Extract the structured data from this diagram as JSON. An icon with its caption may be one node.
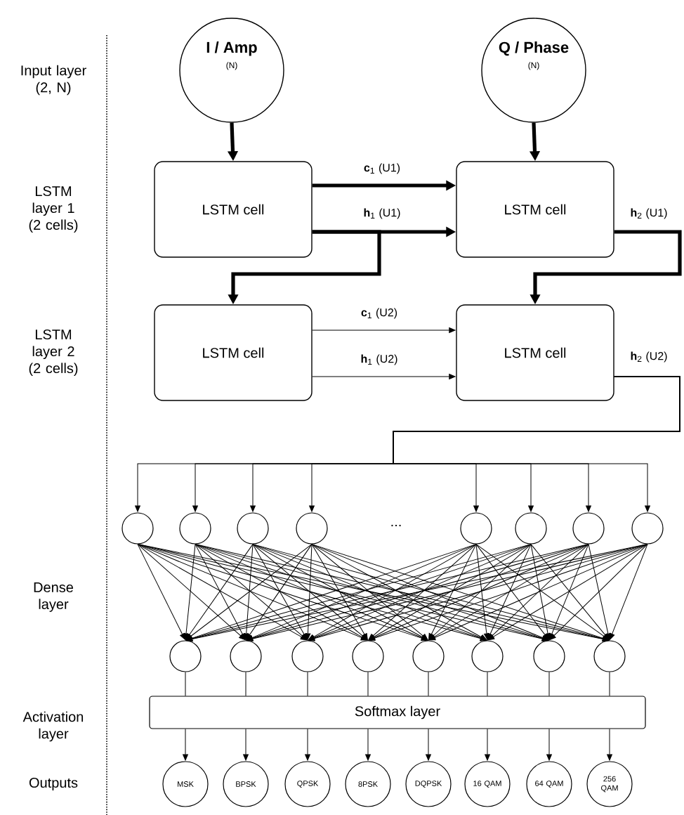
{
  "diagram": {
    "nodes": [
      {
        "text": [
          "I / Amp",
          "(N)"
        ]
      },
      {
        "text": [
          "Q / Phase",
          "(N)"
        ]
      },
      {
        "text": [
          "LSTM cell"
        ]
      },
      {
        "text": [
          "LSTM cell"
        ]
      },
      {
        "text": [
          "LSTM cell"
        ]
      },
      {
        "text": [
          "LSTM cell"
        ]
      },
      {
        "text": [],
        "shape": "circle"
      },
      {
        "text": [],
        "shape": "circle"
      },
      {
        "text": [],
        "shape": "circle"
      },
      {
        "text": [],
        "shape": "circle"
      },
      {
        "text": [],
        "shape": "circle"
      },
      {
        "text": [],
        "shape": "circle"
      },
      {
        "text": [],
        "shape": "circle"
      },
      {
        "text": [],
        "shape": "circle"
      },
      {
        "text": [],
        "shape": "circle"
      },
      {
        "text": [],
        "shape": "circle"
      },
      {
        "text": [],
        "shape": "circle"
      },
      {
        "text": [],
        "shape": "circle"
      },
      {
        "text": [],
        "shape": "circle"
      },
      {
        "text": [],
        "shape": "circle"
      },
      {
        "text": [],
        "shape": "circle"
      },
      {
        "text": [],
        "shape": "circle"
      },
      {
        "text": [
          "Softmax layer"
        ]
      },
      {
        "text": [
          "MSK"
        ]
      },
      {
        "text": [
          "BPSK"
        ]
      },
      {
        "text": [
          "QPSK"
        ]
      },
      {
        "text": [
          "8PSK"
        ]
      },
      {
        "text": [
          "DQPSK"
        ]
      },
      {
        "text": [
          "16 QAM"
        ]
      },
      {
        "text": [
          "64 QAM"
        ]
      },
      {
        "text": [
          "256 QAM"
        ]
      }
    ],
    "edges": [
      {
        "from": 0,
        "to": 2,
        "arrow": "to",
        "style": "thick"
      },
      {
        "from": 1,
        "to": 3,
        "arrow": "to",
        "style": "thick"
      },
      {
        "from": 2,
        "to": 3,
        "arrow": "to",
        "style": "thick",
        "label": "**c**$_{1}$ (U1)"
      },
      {
        "from": 2,
        "to": 3,
        "arrow": "to",
        "style": "thick",
        "label": "**h**$_{1}$ (U1)"
      },
      {
        "from": 2,
        "to": 4,
        "arrow": "to",
        "style": "thick"
      },
      {
        "from": 3,
        "to": 5,
        "arrow": "to",
        "style": "thick",
        "label": "**h**$_{2}$ (U1)"
      },
      {
        "from": 4,
        "to": 5,
        "arrow": "to",
        "label": "**c**$_{1}$ (U2)"
      },
      {
        "from": 4,
        "to": 5,
        "arrow": "to",
        "label": "**h**$_{1}$ (U2)"
      },
      {
        "from": 5,
        "to": 6,
        "arrow": "to",
        "label": "**h**$_{2}$ (U2)"
      },
      {
        "from": 5,
        "to": 7,
        "arrow": "to"
      },
      {
        "from": 5,
        "to": 8,
        "arrow": "to"
      },
      {
        "from": 5,
        "to": 9,
        "arrow": "to"
      },
      {
        "from": 5,
        "to": 10,
        "arrow": "to"
      },
      {
        "from": 5,
        "to": 11,
        "arrow": "to"
      },
      {
        "from": 5,
        "to": 12,
        "arrow": "to"
      },
      {
        "from": 5,
        "to": 13,
        "arrow": "to"
      },
      {
        "from": 6,
        "to": 14,
        "arrow": "to"
      },
      {
        "from": 6,
        "to": 15,
        "arrow": "to"
      },
      {
        "from": 6,
        "to": 16,
        "arrow": "to"
      },
      {
        "from": 6,
        "to": 17,
        "arrow": "to"
      },
      {
        "from": 6,
        "to": 18,
        "arrow": "to"
      },
      {
        "from": 6,
        "to": 19,
        "arrow": "to"
      },
      {
        "from": 6,
        "to": 20,
        "arrow": "to"
      },
      {
        "from": 6,
        "to": 21,
        "arrow": "to"
      },
      {
        "from": 7,
        "to": 14,
        "arrow": "to"
      },
      {
        "from": 7,
        "to": 15,
        "arrow": "to"
      },
      {
        "from": 7,
        "to": 16,
        "arrow": "to"
      },
      {
        "from": 7,
        "to": 17,
        "arrow": "to"
      },
      {
        "from": 7,
        "to": 18,
        "arrow": "to"
      },
      {
        "from": 7,
        "to": 19,
        "arrow": "to"
      },
      {
        "from": 7,
        "to": 20,
        "arrow": "to"
      },
      {
        "from": 7,
        "to": 21,
        "arrow": "to"
      },
      {
        "from": 8,
        "to": 14,
        "arrow": "to"
      },
      {
        "from": 8,
        "to": 15,
        "arrow": "to"
      },
      {
        "from": 8,
        "to": 16,
        "arrow": "to"
      },
      {
        "from": 8,
        "to": 17,
        "arrow": "to"
      },
      {
        "from": 8,
        "to": 18,
        "arrow": "to"
      },
      {
        "from": 8,
        "to": 19,
        "arrow": "to"
      },
      {
        "from": 8,
        "to": 20,
        "arrow": "to"
      },
      {
        "from": 8,
        "to": 21,
        "arrow": "to"
      },
      {
        "from": 9,
        "to": 14,
        "arrow": "to"
      },
      {
        "from": 9,
        "to": 15,
        "arrow": "to"
      },
      {
        "from": 9,
        "to": 16,
        "arrow": "to"
      },
      {
        "from": 9,
        "to": 17,
        "arrow": "to"
      },
      {
        "from": 9,
        "to": 18,
        "arrow": "to"
      },
      {
        "from": 9,
        "to": 19,
        "arrow": "to"
      },
      {
        "from": 9,
        "to": 20,
        "arrow": "to"
      },
      {
        "from": 9,
        "to": 21,
        "arrow": "to"
      },
      {
        "from": 10,
        "to": 14,
        "arrow": "to"
      },
      {
        "from": 10,
        "to": 15,
        "arrow": "to"
      },
      {
        "from": 10,
        "to": 16,
        "arrow": "to"
      },
      {
        "from": 10,
        "to": 17,
        "arrow": "to"
      },
      {
        "from": 10,
        "to": 18,
        "arrow": "to"
      },
      {
        "from": 10,
        "to": 19,
        "arrow": "to"
      },
      {
        "from": 10,
        "to": 20,
        "arrow": "to"
      },
      {
        "from": 10,
        "to": 21,
        "arrow": "to"
      },
      {
        "from": 11,
        "to": 14,
        "arrow": "to"
      },
      {
        "from": 11,
        "to": 15,
        "arrow": "to"
      },
      {
        "from": 11,
        "to": 16,
        "arrow": "to"
      },
      {
        "from": 11,
        "to": 17,
        "arrow": "to"
      },
      {
        "from": 11,
        "to": 18,
        "arrow": "to"
      },
      {
        "from": 11,
        "to": 19,
        "arrow": "to"
      },
      {
        "from": 11,
        "to": 20,
        "arrow": "to"
      },
      {
        "from": 11,
        "to": 21,
        "arrow": "to"
      },
      {
        "from": 12,
        "to": 14,
        "arrow": "to"
      },
      {
        "from": 12,
        "to": 15,
        "arrow": "to"
      },
      {
        "from": 12,
        "to": 16,
        "arrow": "to"
      },
      {
        "from": 12,
        "to": 17,
        "arrow": "to"
      },
      {
        "from": 12,
        "to": 18,
        "arrow": "to"
      },
      {
        "from": 12,
        "to": 19,
        "arrow": "to"
      },
      {
        "from": 12,
        "to": 20,
        "arrow": "to"
      },
      {
        "from": 12,
        "to": 21,
        "arrow": "to"
      },
      {
        "from": 13,
        "to": 14,
        "arrow": "to"
      },
      {
        "from": 13,
        "to": 15,
        "arrow": "to"
      },
      {
        "from": 13,
        "to": 16,
        "arrow": "to"
      },
      {
        "from": 13,
        "to": 17,
        "arrow": "to"
      },
      {
        "from": 13,
        "to": 18,
        "arrow": "to"
      },
      {
        "from": 13,
        "to": 19,
        "arrow": "to"
      },
      {
        "from": 13,
        "to": 20,
        "arrow": "to"
      },
      {
        "from": 13,
        "to": 21,
        "arrow": "to"
      },
      {
        "from": 14,
        "to": 22,
        "arrow": "none"
      },
      {
        "from": 15,
        "to": 22,
        "arrow": "none"
      },
      {
        "from": 16,
        "to": 22,
        "arrow": "none"
      },
      {
        "from": 17,
        "to": 22,
        "arrow": "none"
      },
      {
        "from": 18,
        "to": 22,
        "arrow": "none"
      },
      {
        "from": 19,
        "to": 22,
        "arrow": "none"
      },
      {
        "from": 20,
        "to": 22,
        "arrow": "none"
      },
      {
        "from": 21,
        "to": 22,
        "arrow": "none"
      },
      {
        "from": 22,
        "to": 23,
        "arrow": "to"
      },
      {
        "from": 22,
        "to": 24,
        "arrow": "to"
      },
      {
        "from": 22,
        "to": 25,
        "arrow": "to"
      },
      {
        "from": 22,
        "to": 26,
        "arrow": "to"
      },
      {
        "from": 22,
        "to": 27,
        "arrow": "to"
      },
      {
        "from": 22,
        "to": 28,
        "arrow": "to"
      },
      {
        "from": 22,
        "to": 29,
        "arrow": "to"
      },
      {
        "from": 22,
        "to": 30,
        "arrow": "to"
      }
    ],
    "labels": [
      "Input layer (2, N)",
      "LSTM layer 1 (2 cells)",
      "LSTM layer 2 (2 cells)",
      "Dense layer",
      "Activation layer",
      "Outputs",
      "..."
    ]
  }
}
